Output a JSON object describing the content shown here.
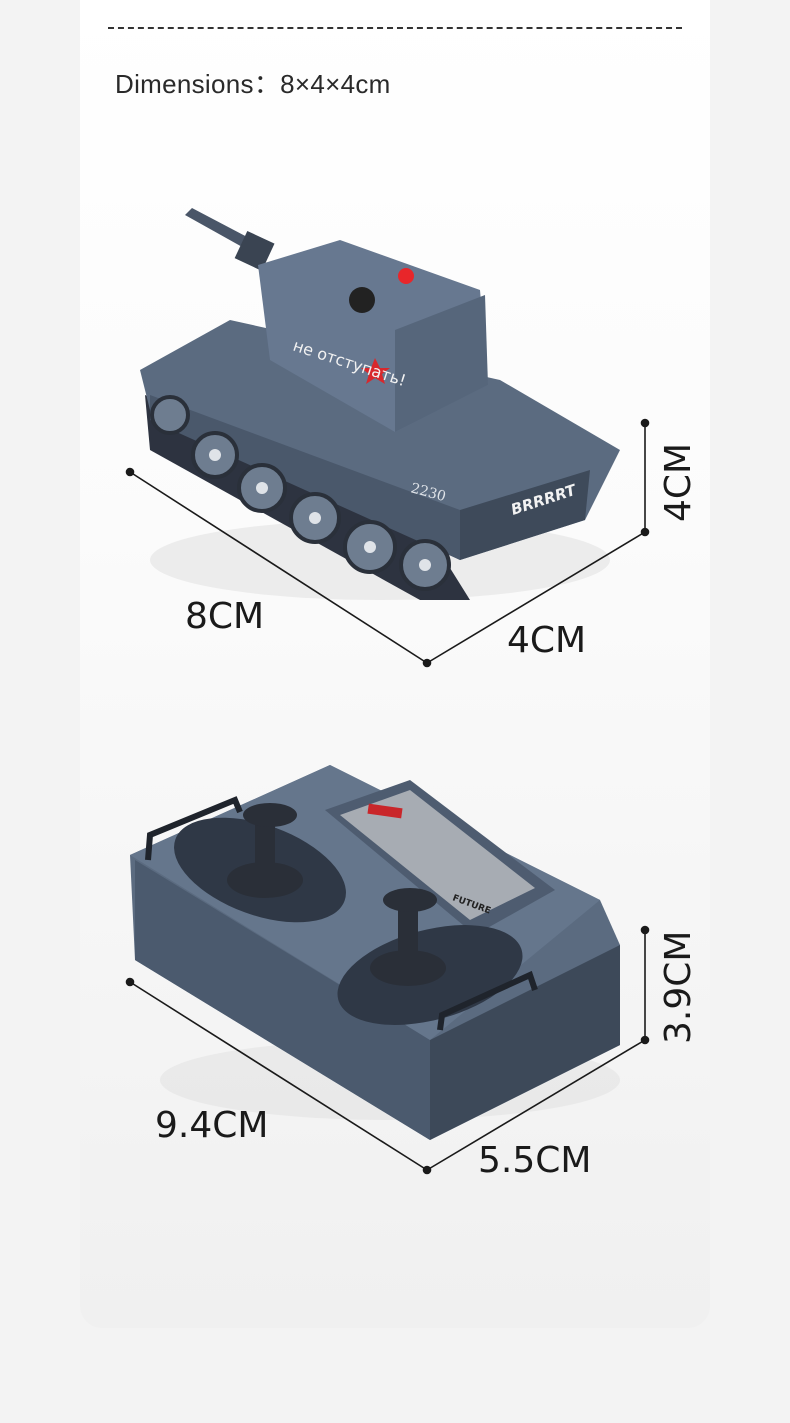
{
  "header": {
    "title": "Dimensions：8×4×4cm"
  },
  "tank": {
    "length_label": "8CM",
    "width_label": "4CM",
    "height_label": "4CM",
    "markings": {
      "hull_number": "2230",
      "hull_text": "BRRRRT",
      "turret_text": "не отступать!"
    }
  },
  "remote": {
    "length_label": "9.4CM",
    "width_label": "5.5CM",
    "height_label": "3.9CM",
    "markings": {
      "panel_text": "FUTURE"
    }
  },
  "colors": {
    "product": "#5b6b80",
    "product_dark": "#3e4a5a",
    "accent_light": "#e8262a",
    "star": "#d8282c"
  }
}
